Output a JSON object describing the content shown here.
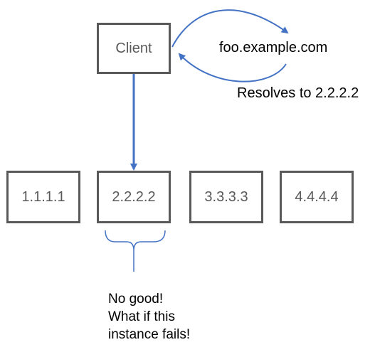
{
  "client": {
    "label": "Client"
  },
  "domain": {
    "label": "foo.example.com"
  },
  "resolution": {
    "label": "Resolves to 2.2.2.2"
  },
  "servers": [
    {
      "label": "1.1.1.1"
    },
    {
      "label": "2.2.2.2"
    },
    {
      "label": "3.3.3.3"
    },
    {
      "label": "4.4.4.4"
    }
  ],
  "note": {
    "lines": [
      "No good!",
      "What if this",
      "instance fails!"
    ]
  },
  "colors": {
    "box_border": "#595959",
    "arrow": "#4472C4",
    "text": "#000000"
  }
}
